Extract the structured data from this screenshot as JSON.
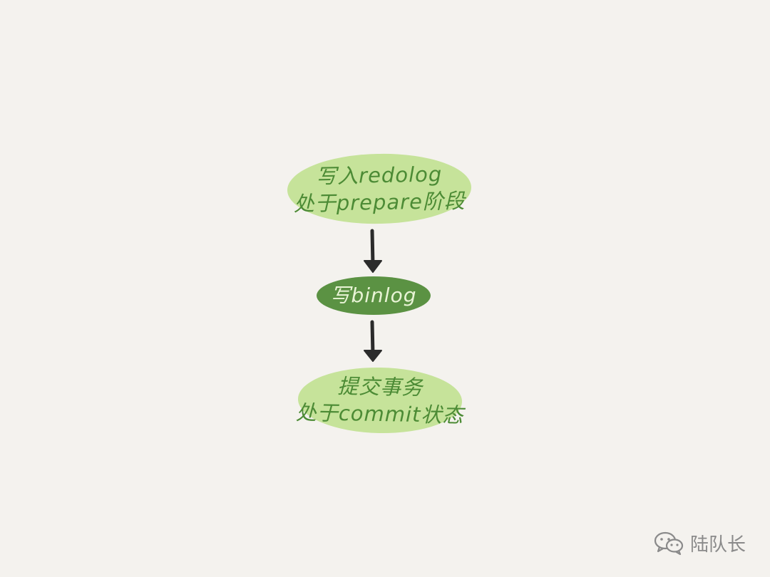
{
  "flow": {
    "step1": {
      "line1": "写入redolog",
      "line2": "处于prepare阶段"
    },
    "step2": {
      "line1": "写binlog"
    },
    "step3": {
      "line1": "提交事务",
      "line2": "处于commit状态"
    }
  },
  "watermark": {
    "icon": "wechat-icon",
    "text": "陆队长"
  },
  "colors": {
    "background": "#f4f2ee",
    "light_node": "#c6e39a",
    "light_node_text": "#4c8b35",
    "dark_node": "#5b9243",
    "dark_node_text": "#e9f4d6",
    "arrow": "#2b2b2b",
    "watermark": "#8a8a8a"
  }
}
